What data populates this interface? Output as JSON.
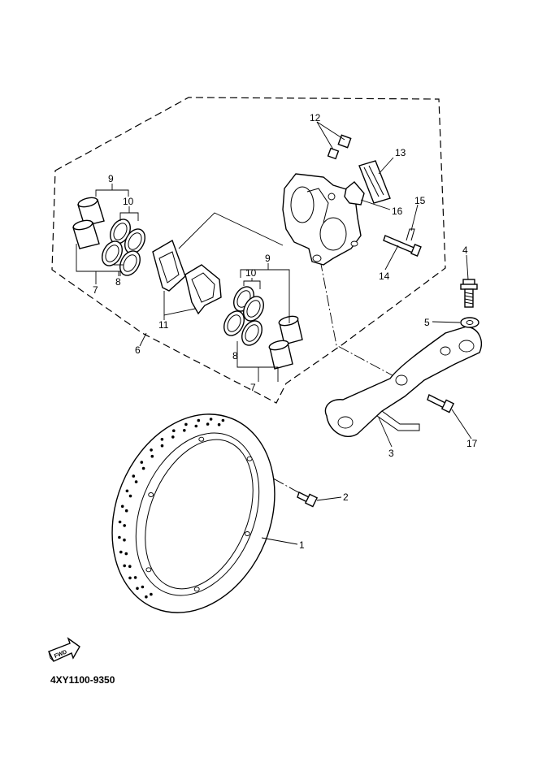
{
  "diagram": {
    "callouts": {
      "c1": "1",
      "c2": "2",
      "c3": "3",
      "c4": "4",
      "c5": "5",
      "c6": "6",
      "c7a": "7",
      "c7b": "7",
      "c8a": "8",
      "c8b": "8",
      "c9a": "9",
      "c9b": "9",
      "c10a": "10",
      "c10b": "10",
      "c11": "11",
      "c12": "12",
      "c13": "13",
      "c14": "14",
      "c15": "15",
      "c16": "16",
      "c17": "17"
    },
    "fwd_label": "FWD",
    "diagram_code": "4XY1100-9350"
  }
}
